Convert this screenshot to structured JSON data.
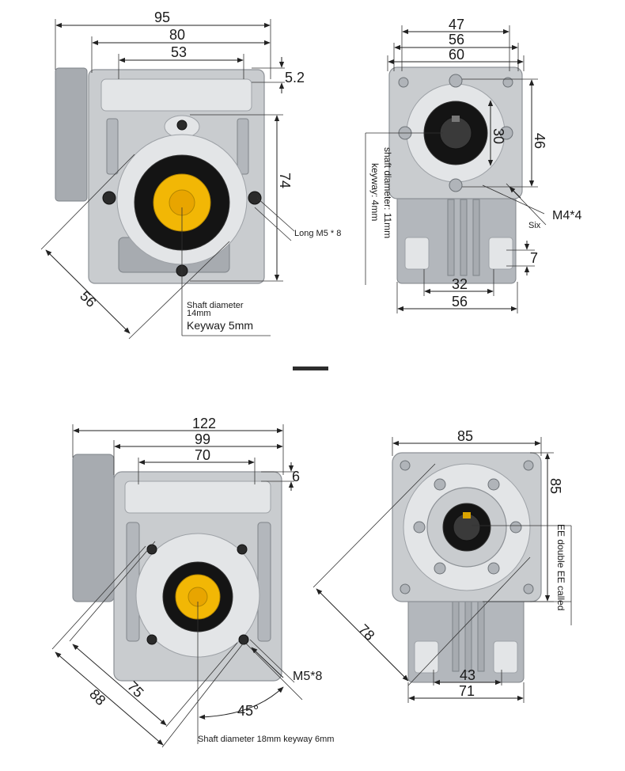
{
  "top_left": {
    "dims": {
      "w95": "95",
      "w80": "80",
      "w53": "53",
      "h5_2": "5.2",
      "h74": "74",
      "d56": "56"
    },
    "notes": {
      "bolt": "Long M5 * 8",
      "shaft": "Shaft diameter",
      "shaft_size": "14mm",
      "keyway": "Keyway 5mm"
    }
  },
  "top_right": {
    "dims": {
      "w47": "47",
      "w56": "56",
      "w60": "60",
      "h46": "46",
      "d30": "30",
      "w7": "7",
      "w32": "32",
      "w56b": "56"
    },
    "notes": {
      "shaft": "shaft diameter: 11mm",
      "keyway": "keyway: 4mm",
      "bolt": "M4*4",
      "six": "Six"
    }
  },
  "bottom_left": {
    "dims": {
      "w122": "122",
      "w99": "99",
      "w70": "70",
      "h6": "6",
      "d88": "88",
      "d75": "75",
      "angle": "45°"
    },
    "notes": {
      "bolt": "M5*8",
      "shaft": "Shaft diameter 18mm keyway 6mm"
    }
  },
  "bottom_right": {
    "dims": {
      "w85": "85",
      "h85": "85",
      "d78": "78",
      "w43": "43",
      "w71": "71"
    },
    "notes": {
      "side": "EE double EE called"
    }
  }
}
